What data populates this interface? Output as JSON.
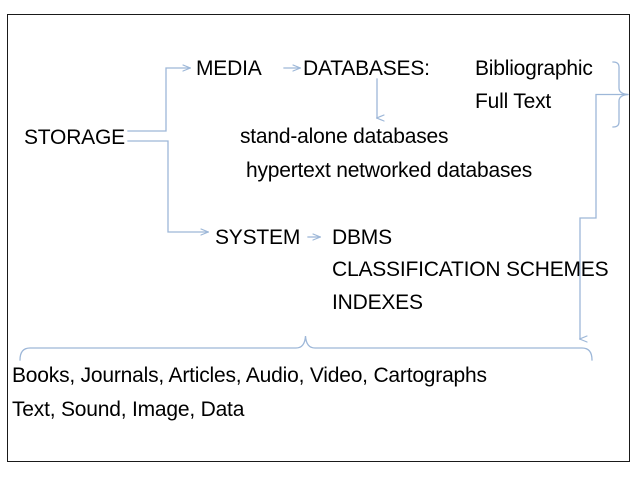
{
  "diagram": {
    "title": "Storage concept map",
    "line_color": "#9db7d8",
    "text_color": "#000000",
    "background": "#ffffff",
    "border_color": "#1a1a1a",
    "nodes": {
      "storage": "STORAGE",
      "media": "MEDIA",
      "databases": "DATABASES:",
      "bibliographic": "Bibliographic",
      "full_text": "Full Text",
      "stand_alone": "stand-alone databases",
      "hypertext": "hypertext networked databases",
      "system": "SYSTEM",
      "dbms": "DBMS",
      "classification": "CLASSIFICATION SCHEMES",
      "indexes": "INDEXES",
      "bottom_line_1": "Books, Journals, Articles, Audio, Video, Cartographs",
      "bottom_line_2": "Text, Sound, Image, Data"
    },
    "connectors": [
      "storage-to-media-elbow-arrow",
      "storage-to-system-elbow-arrow",
      "media-to-databases-arrow",
      "databases-to-stand-alone-down-arrow",
      "system-to-dbms-arrow",
      "bibliographic-fulltext-right-brace",
      "right-vertical-routing-line",
      "bottom-group-brace"
    ]
  }
}
